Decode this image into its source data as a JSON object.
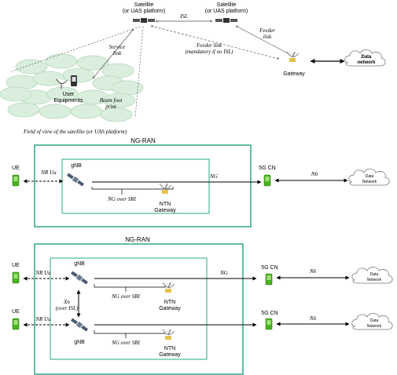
{
  "top": {
    "sat1": [
      "Satellite",
      "(or UAS platform)"
    ],
    "sat2": [
      "Satellite",
      "(or UAS platform)"
    ],
    "isl": "ISL",
    "service_link": [
      "Service",
      "link"
    ],
    "feeder_link_right": [
      "Feeder",
      "link"
    ],
    "feeder_link_mid": [
      "Feeder link",
      "(mandatory if no ISL)"
    ],
    "gateway": "Gateway",
    "data_network": [
      "Data",
      "network"
    ],
    "user_equipments": [
      "User",
      "Equipments"
    ],
    "beam_footprint": [
      "Beam foot",
      "print"
    ],
    "fov_caption": "Field of view of the satellite (or UAS platform)"
  },
  "diagram1": {
    "title": "NG-RAN",
    "ue": "UE",
    "nr_uu": "NR Uu",
    "gnb": "gNB",
    "ng_over_sri": "NG over SRI",
    "ntn_gateway": [
      "NTN",
      "Gateway"
    ],
    "ng": "NG",
    "cn": "5G CN",
    "n6": "N6",
    "data_network": [
      "Data",
      "Network"
    ]
  },
  "diagram2": {
    "title": "NG-RAN",
    "ue_top": "UE",
    "ue_bottom": "UE",
    "nr_uu_top": "NR Uu",
    "nr_uu_bottom": "NR Uu",
    "gnb_top": "gNB",
    "gnb_bottom": "gNB",
    "xn": [
      "Xn",
      "(over ISL)"
    ],
    "ng_over_sri_top": "NG over SRI",
    "ng_over_sri_bottom": "NG over SRI",
    "ntn_gateway_top": [
      "NTN",
      "Gateway"
    ],
    "ntn_gateway_bottom": [
      "NTN",
      "Gateway"
    ],
    "ng": "NG",
    "cn_top": "5G CN",
    "cn_bottom": "5G CN",
    "n6_top": "N6",
    "n6_bottom": "N6",
    "data_network_top": [
      "Data",
      "Network"
    ],
    "data_network_bottom": [
      "Data",
      "Network"
    ]
  },
  "colors": {
    "box_border": "#2aa889",
    "ue_green": "#4bb21f",
    "beam_fill": "#d9eedc",
    "beam_stroke": "#b8d8bd"
  }
}
